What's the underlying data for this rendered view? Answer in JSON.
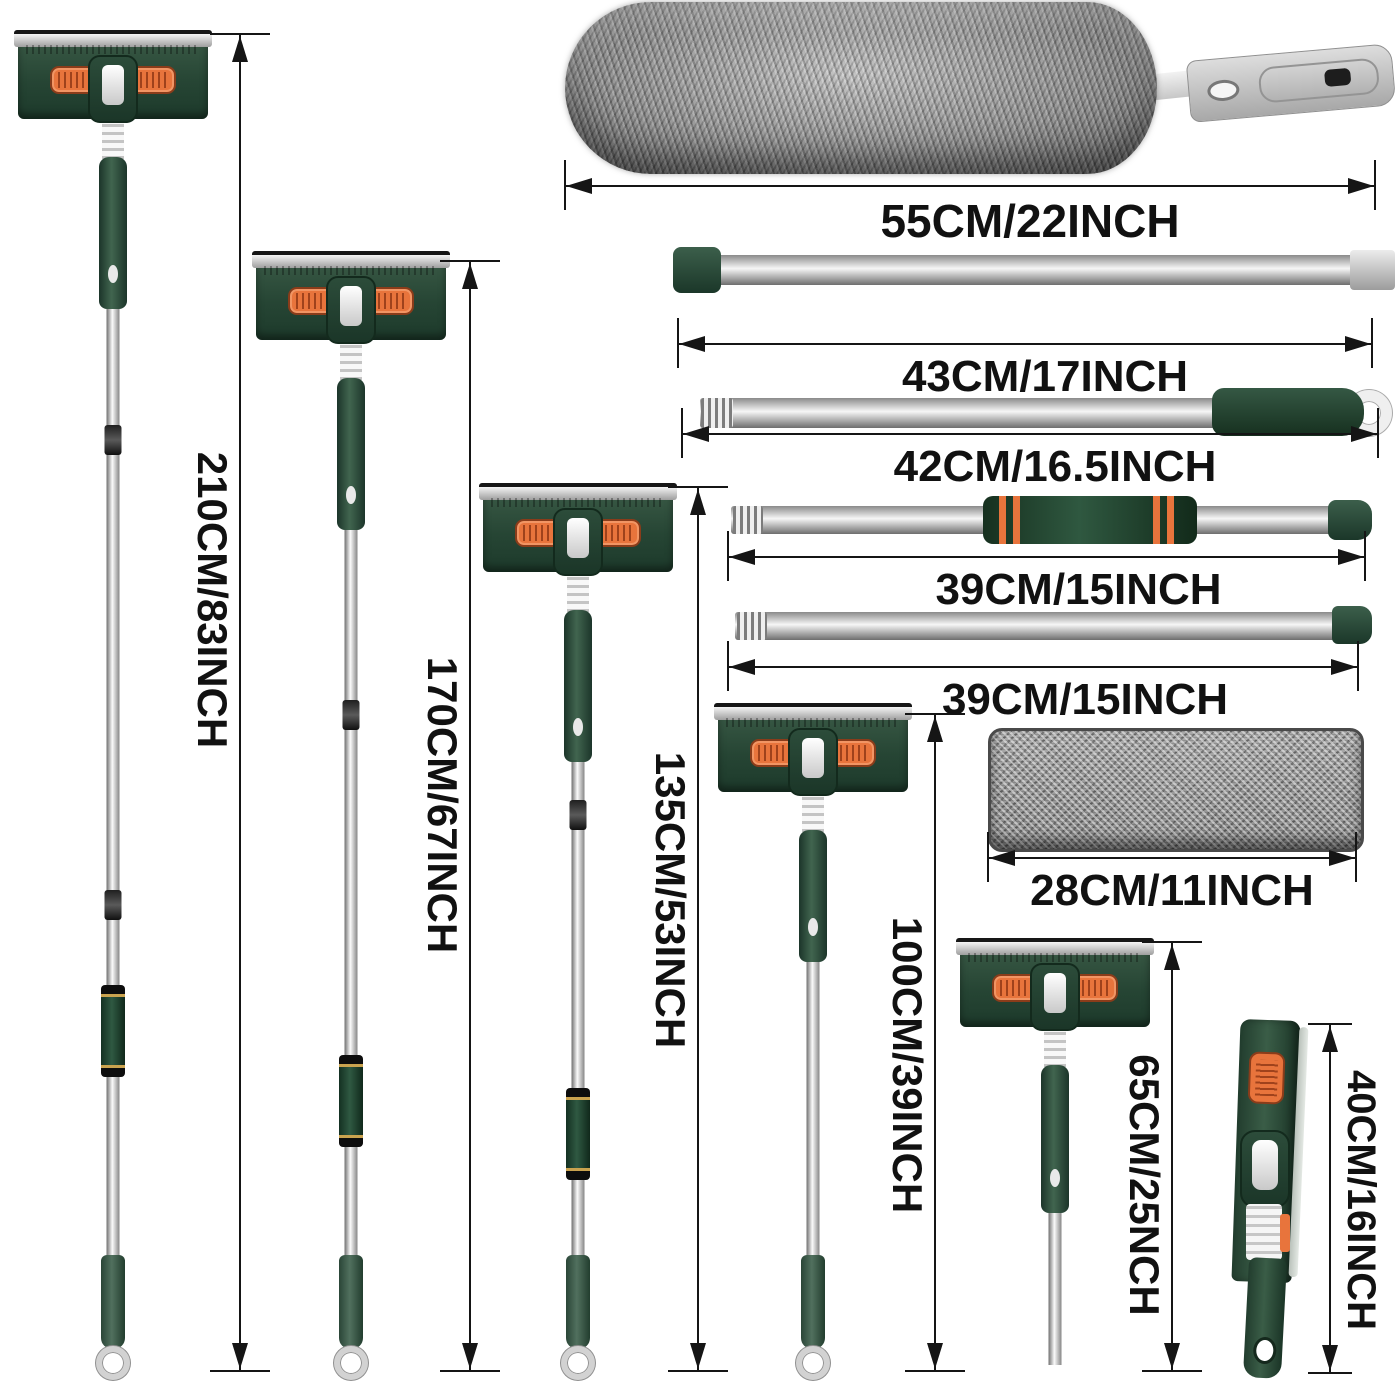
{
  "labels": {
    "duster": "55CM/22INCH",
    "pole43": "43CM/17INCH",
    "pole42": "42CM/16.5INCH",
    "pole39a": "39CM/15INCH",
    "pole39b": "39CM/15INCH",
    "pad": "28CM/11INCH",
    "mop210": "210CM/83INCH",
    "mop170": "170CM/67INCH",
    "mop135": "135CM/53INCH",
    "mop100": "100CM/39INCH",
    "mop65": "65CM/25NCH",
    "squeegee": "40CM/16INCH"
  },
  "colors": {
    "head_green": "#274534",
    "accent_orange": "#e8743c",
    "steel_gray": "#c9c9c9",
    "dimension_text": "#151515",
    "background": "#ffffff"
  }
}
